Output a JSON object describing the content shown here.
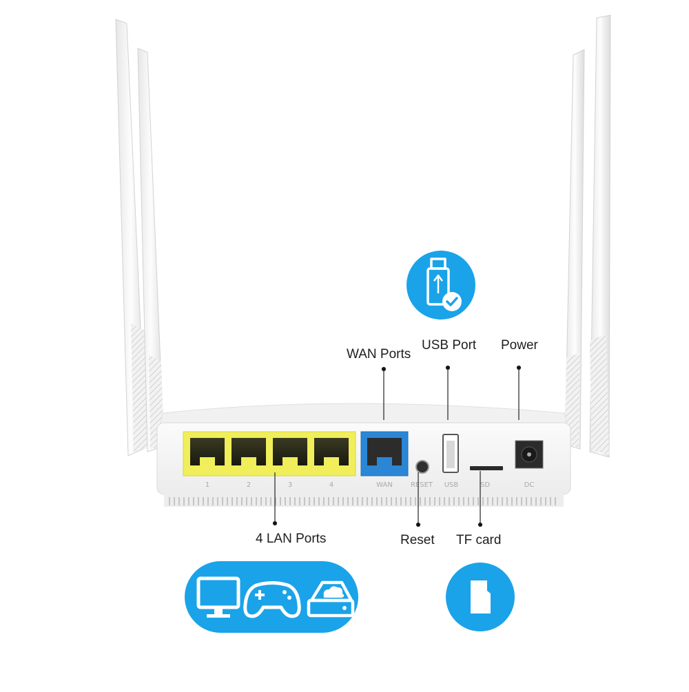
{
  "callouts": {
    "wan": "WAN Ports",
    "usb": "USB Port",
    "power": "Power",
    "lan": "4  LAN Ports",
    "reset": "Reset",
    "tf": "TF card"
  },
  "panel_labels": {
    "lan1": "1",
    "lan2": "2",
    "lan3": "3",
    "lan4": "4",
    "wan": "WAN",
    "reset": "RESET",
    "usb": "USB",
    "sd": "SD",
    "dc": "DC"
  },
  "icons": {
    "usb_badge": "usb-drive-check-icon",
    "lan_badge": [
      "monitor-icon",
      "gamepad-icon",
      "cloud-storage-icon"
    ],
    "tf_badge": "sd-card-icon"
  },
  "colors": {
    "badge_blue": "#1aa3e8",
    "lan_port_yellow": "#f0ee5a",
    "wan_port_blue": "#2b86d6",
    "router_body": "#f4f4f4"
  }
}
